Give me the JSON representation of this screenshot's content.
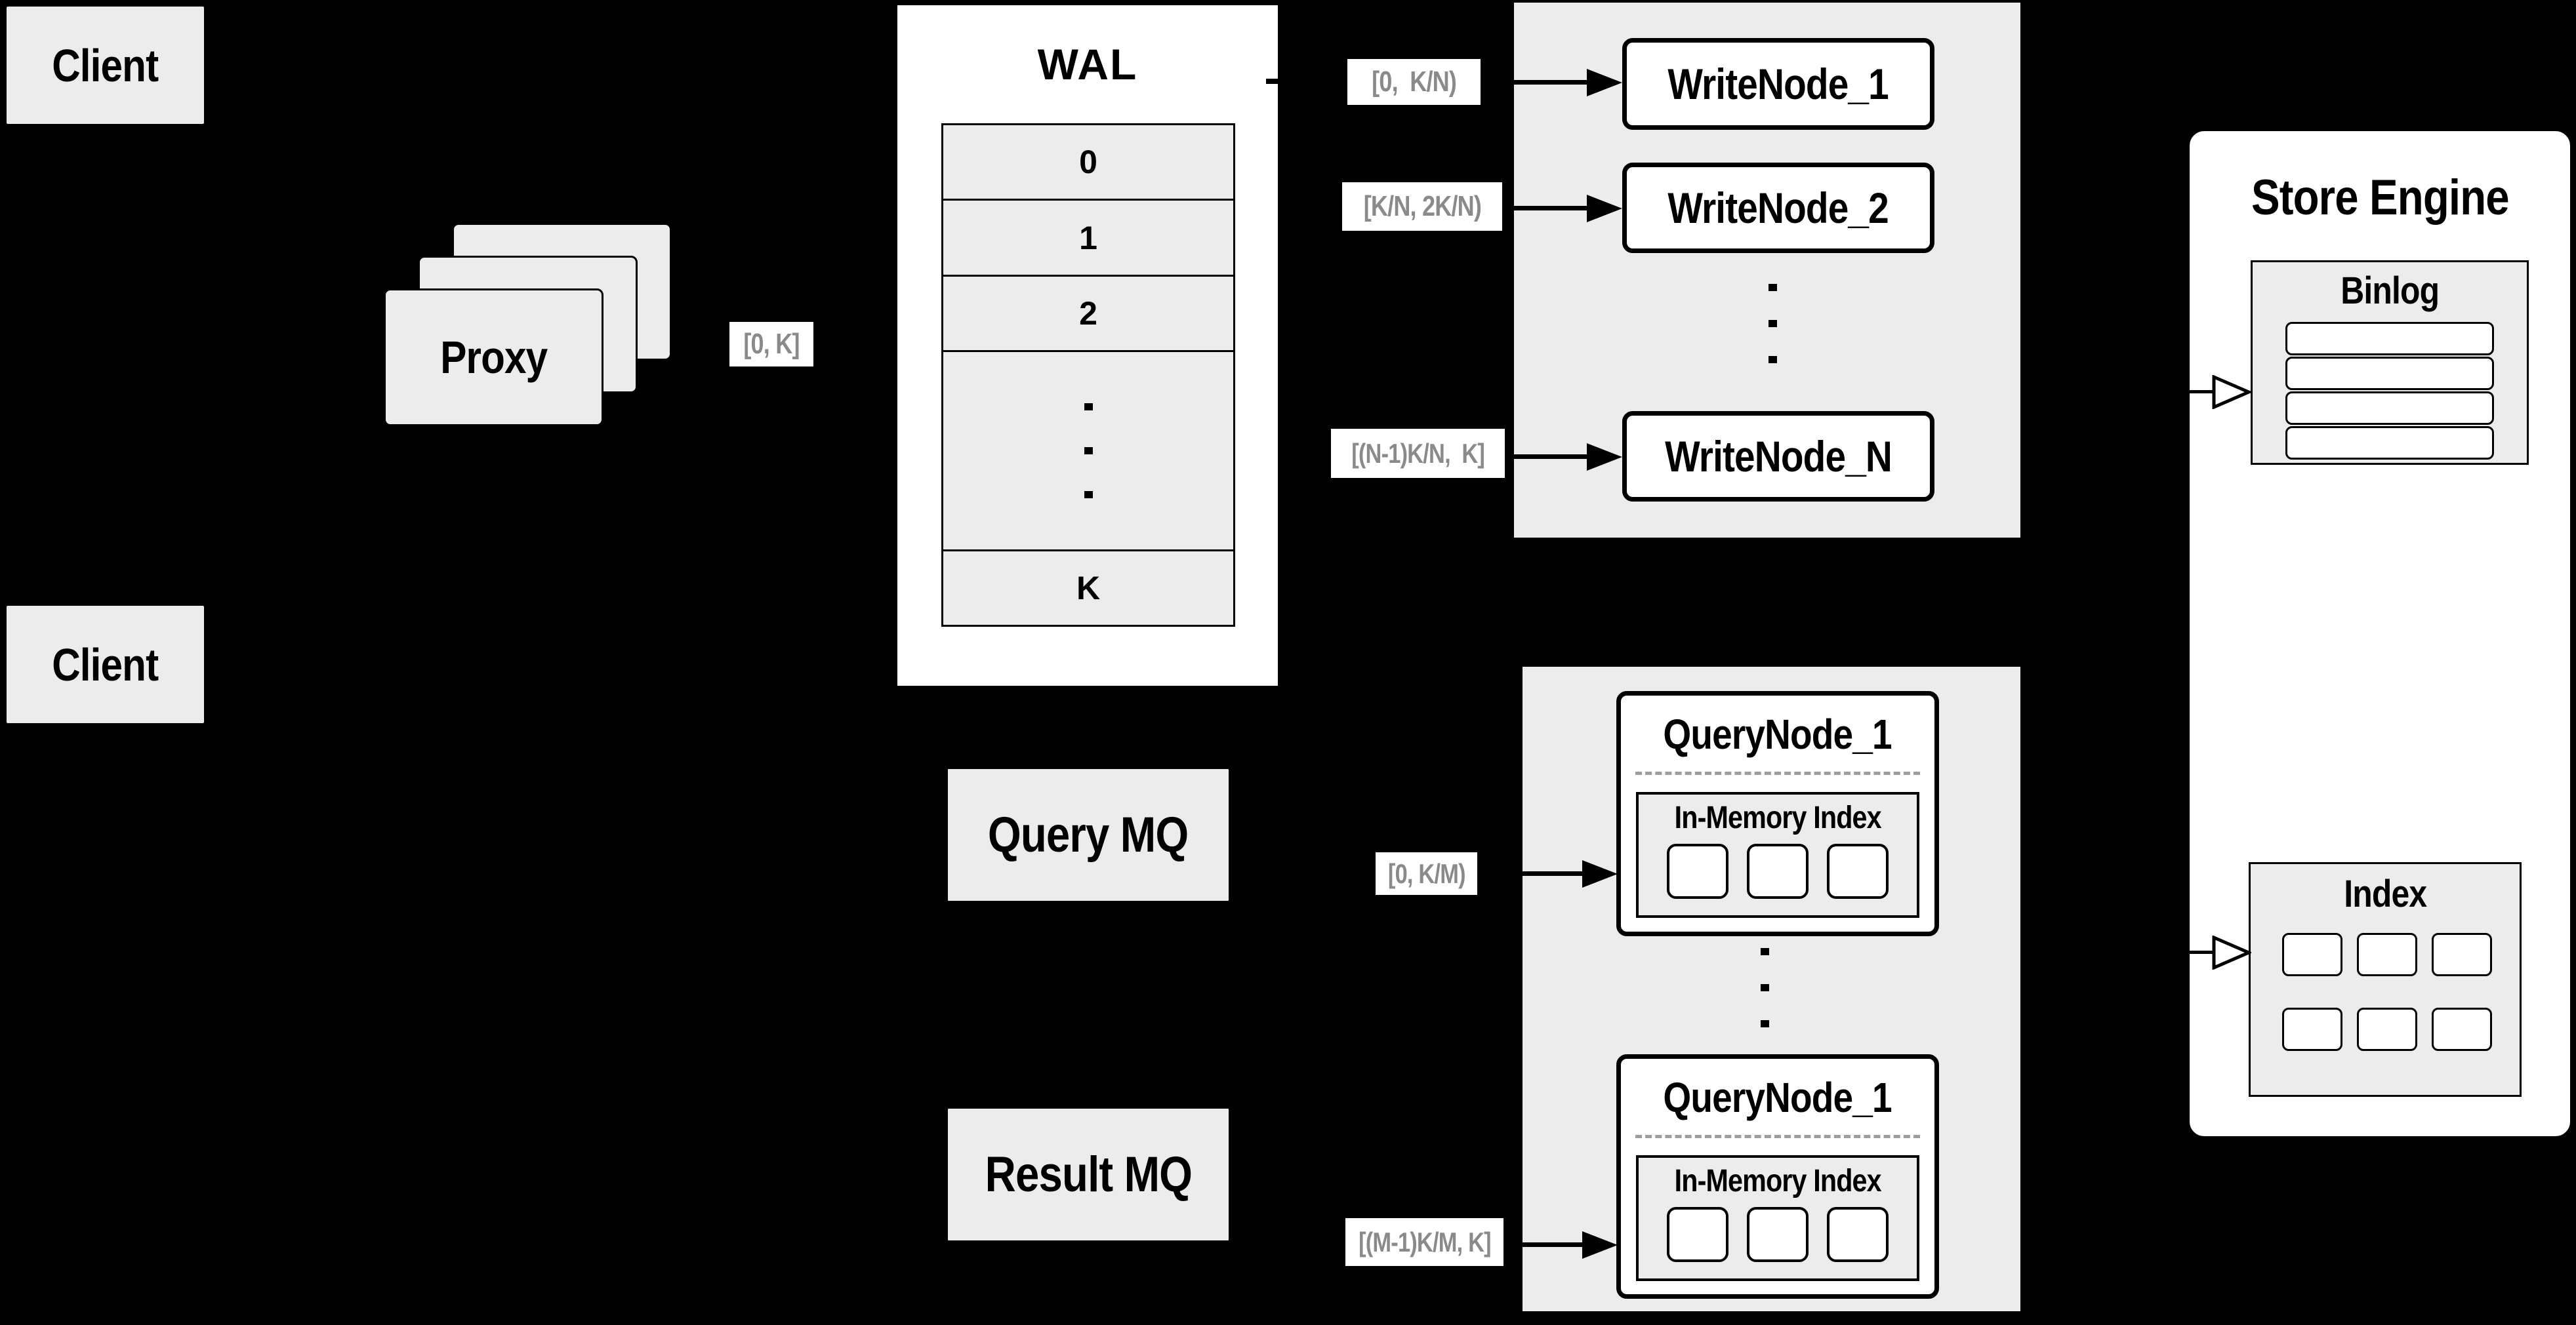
{
  "colors": {
    "background": "#000000",
    "panel_gray": "#ececec",
    "box_white": "#ffffff",
    "line_black": "#000000",
    "edge_label_text": "#8a8a8a",
    "divider_dash_gray": "#9e9e9e"
  },
  "clients": {
    "top_label": "Client",
    "bottom_label": "Client"
  },
  "proxy": {
    "label": "Proxy"
  },
  "edge_labels": {
    "proxy_to_wal": "[0, K]",
    "wal_to_write_1": "[0,  K/N)",
    "wal_to_write_2": "[K/N, 2K/N)",
    "wal_to_write_n": "[(N-1)K/N,  K]",
    "query_to_node_1": "[0, K/M)",
    "query_to_node_m": "[(M-1)K/M, K]"
  },
  "wal": {
    "title": "WAL",
    "segments": [
      "0",
      "1",
      "2"
    ],
    "last_segment": "K"
  },
  "write_nodes": {
    "node_1": "WriteNode_1",
    "node_2": "WriteNode_2",
    "node_n": "WriteNode_N"
  },
  "mq": {
    "query": "Query MQ",
    "result": "Result MQ"
  },
  "query_nodes": {
    "top": {
      "name": "QueryNode_1",
      "memory_title": "In-Memory Index"
    },
    "bottom": {
      "name": "QueryNode_1",
      "memory_title": "In-Memory Index"
    }
  },
  "store_engine": {
    "title": "Store Engine",
    "binlog_title": "Binlog",
    "index_title": "Index"
  }
}
